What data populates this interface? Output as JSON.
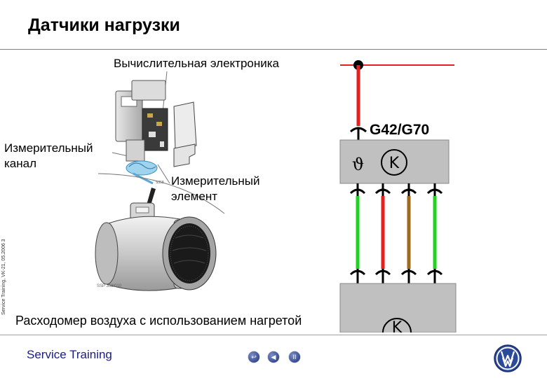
{
  "slide": {
    "title": "Датчики нагрузки"
  },
  "labels": {
    "electronics": "Вычислительная электроника",
    "channel": "Измерительный\nканал",
    "element": "Измерительный\nэлемент",
    "caption": "Расходомер воздуха с использованием нагретой"
  },
  "side_note": "Service Training, VK-21, 05.2006     3",
  "drawing": {
    "ssp_code": "SSP 358/010",
    "small_code": "S358"
  },
  "circuit": {
    "component": "G42/G70",
    "temp_symbol": "ϑ",
    "unit_symbol": "K",
    "wire_colors": [
      "#e6201e",
      "#23d123",
      "#e6201e",
      "#a06a1c",
      "#23d123"
    ]
  },
  "footer": {
    "brand": "Service Training"
  },
  "nav": {
    "back": "↩",
    "prev": "◀",
    "pause": "II"
  },
  "logo": {
    "icon": "vw-logo-icon"
  }
}
